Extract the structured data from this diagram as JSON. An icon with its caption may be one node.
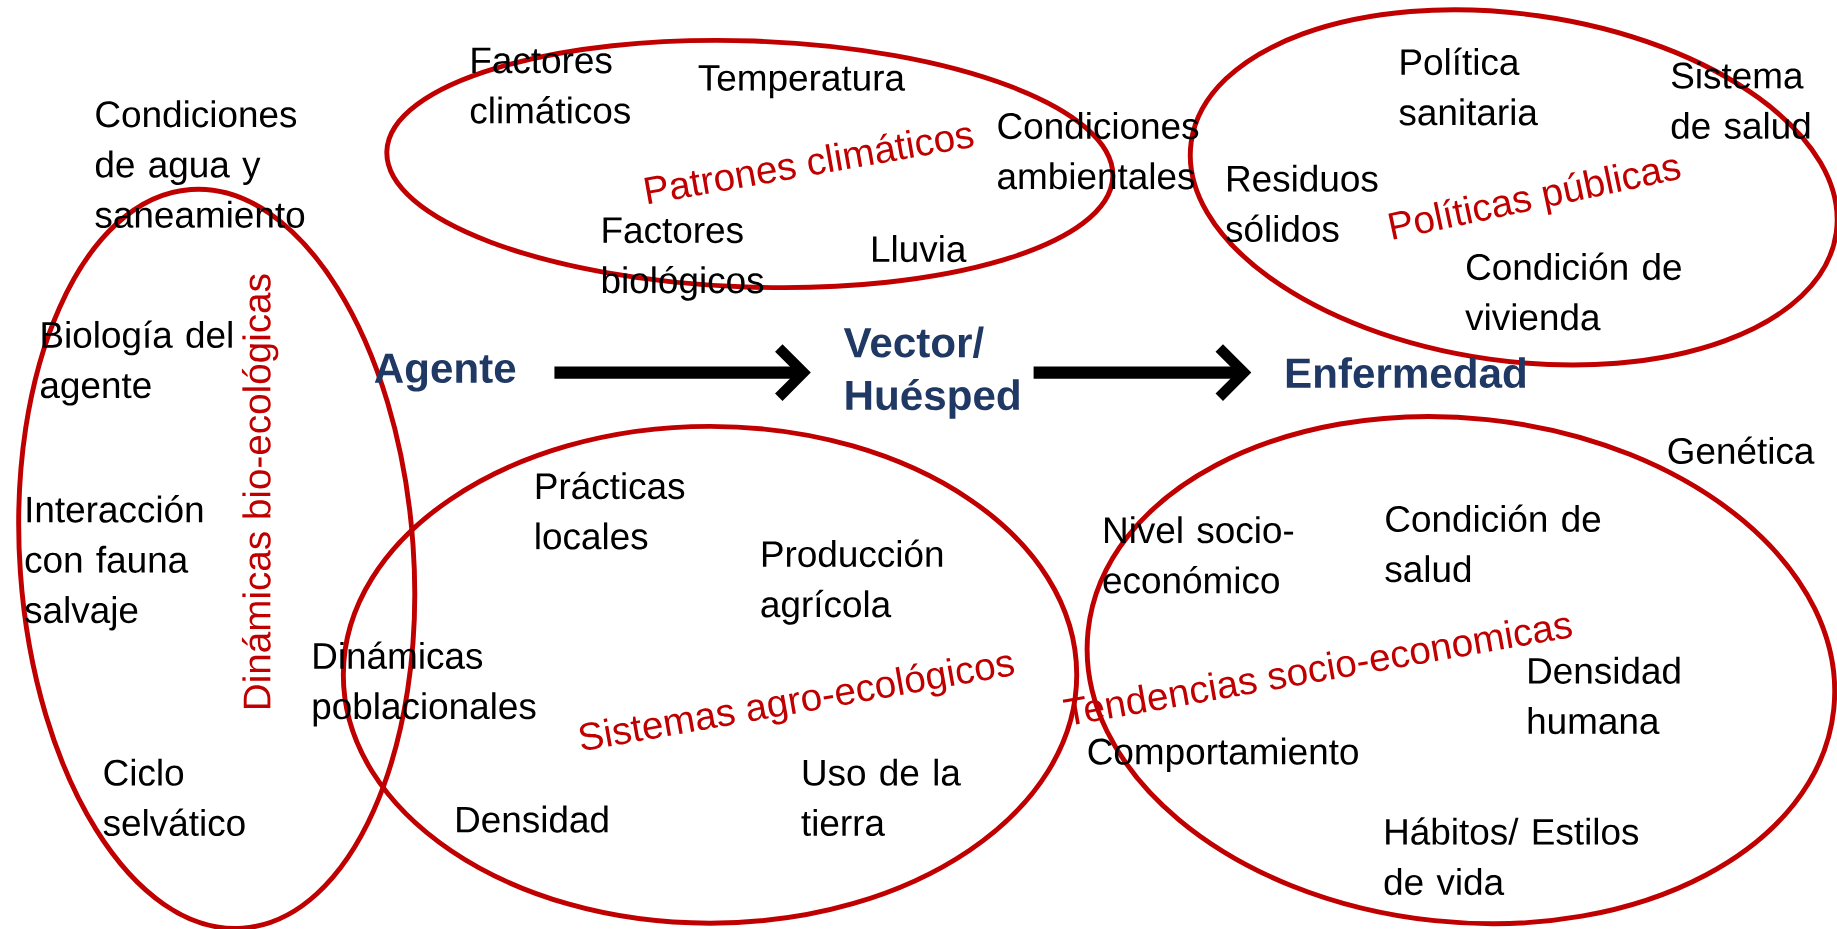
{
  "diagram": {
    "nodes": [
      {
        "text": [
          "Patrones climáticos"
        ]
      },
      {
        "text": [
          "Políticas públicas"
        ]
      },
      {
        "text": [
          "Dinámicas bio-ecológicas"
        ]
      },
      {
        "text": [
          "Sistemas agro-ecológicos"
        ]
      },
      {
        "text": [
          "Tendencias socio-economicas"
        ]
      },
      {
        "text": [
          "Agente"
        ]
      },
      {
        "text": [
          "Vector/ Huésped"
        ]
      },
      {
        "text": [
          "Enfermedad"
        ]
      }
    ],
    "edges": [
      {
        "from": 5,
        "to": 6,
        "arrow": "to"
      },
      {
        "from": 6,
        "to": 7,
        "arrow": "to"
      }
    ],
    "labels": [
      "Factores climáticos",
      "Política sanitaria",
      "Temperatura",
      "Sistema de salud",
      "Condiciones de agua y saneamiento",
      "Condiciones ambientales",
      "Residuos sólidos",
      "Factores biológicos",
      "Lluvia",
      "Condición de vivienda",
      "Biología del agente",
      "Genética",
      "Prácticas locales",
      "Interacción con fauna salvaje",
      "Condición de salud",
      "Nivel socio-económico",
      "Producción agrícola",
      "Dinámicas poblacionales",
      "Densidad humana",
      "Comportamiento",
      "Ciclo selvático",
      "Uso de la tierra",
      "Densidad",
      "Hábitos/ Estilos de vida"
    ]
  }
}
